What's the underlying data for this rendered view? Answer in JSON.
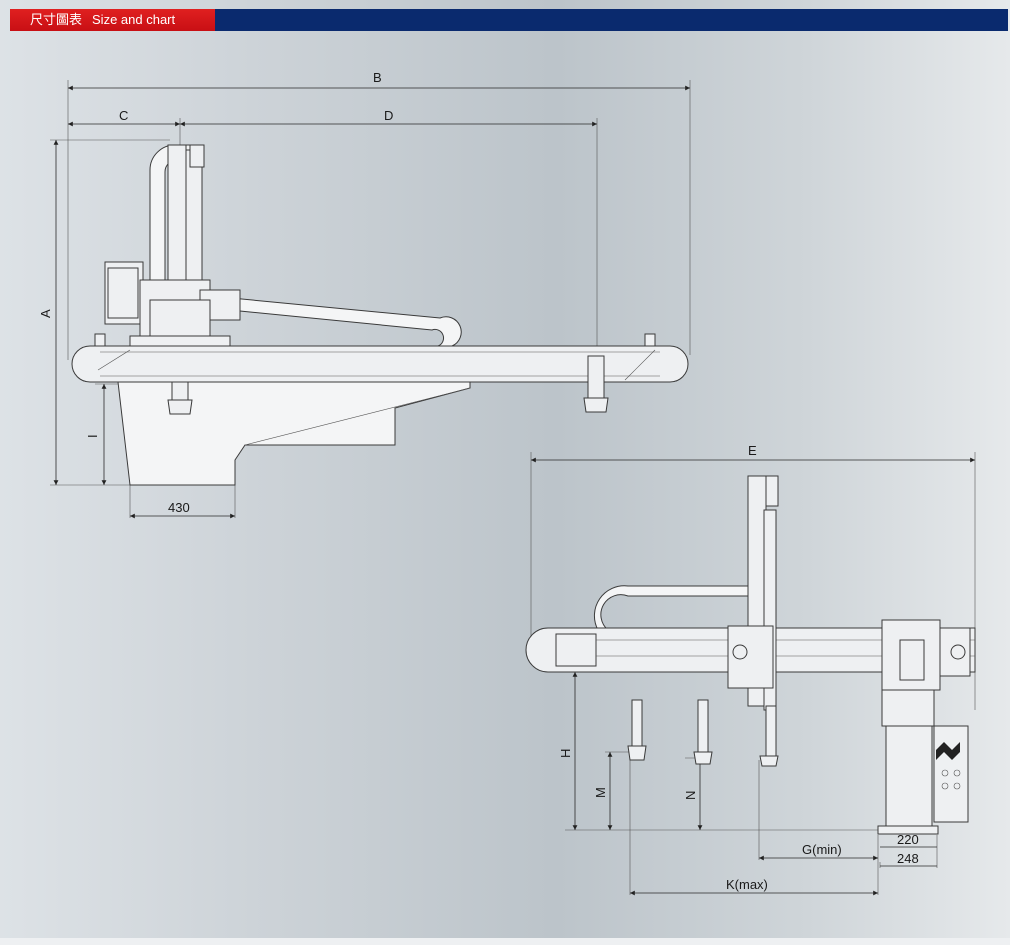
{
  "header": {
    "title_cn": "尺寸圖表",
    "title_en": "Size and chart",
    "tab_color": "#d01418",
    "bar_color": "#0a2a6e"
  },
  "labels": {
    "A": "A",
    "B": "B",
    "C": "C",
    "D": "D",
    "E": "E",
    "H": "H",
    "I": "I",
    "M": "M",
    "N": "N",
    "G": "G(min)",
    "K": "K(max)",
    "base_width": "430",
    "dim_220": "220",
    "dim_248": "248"
  }
}
